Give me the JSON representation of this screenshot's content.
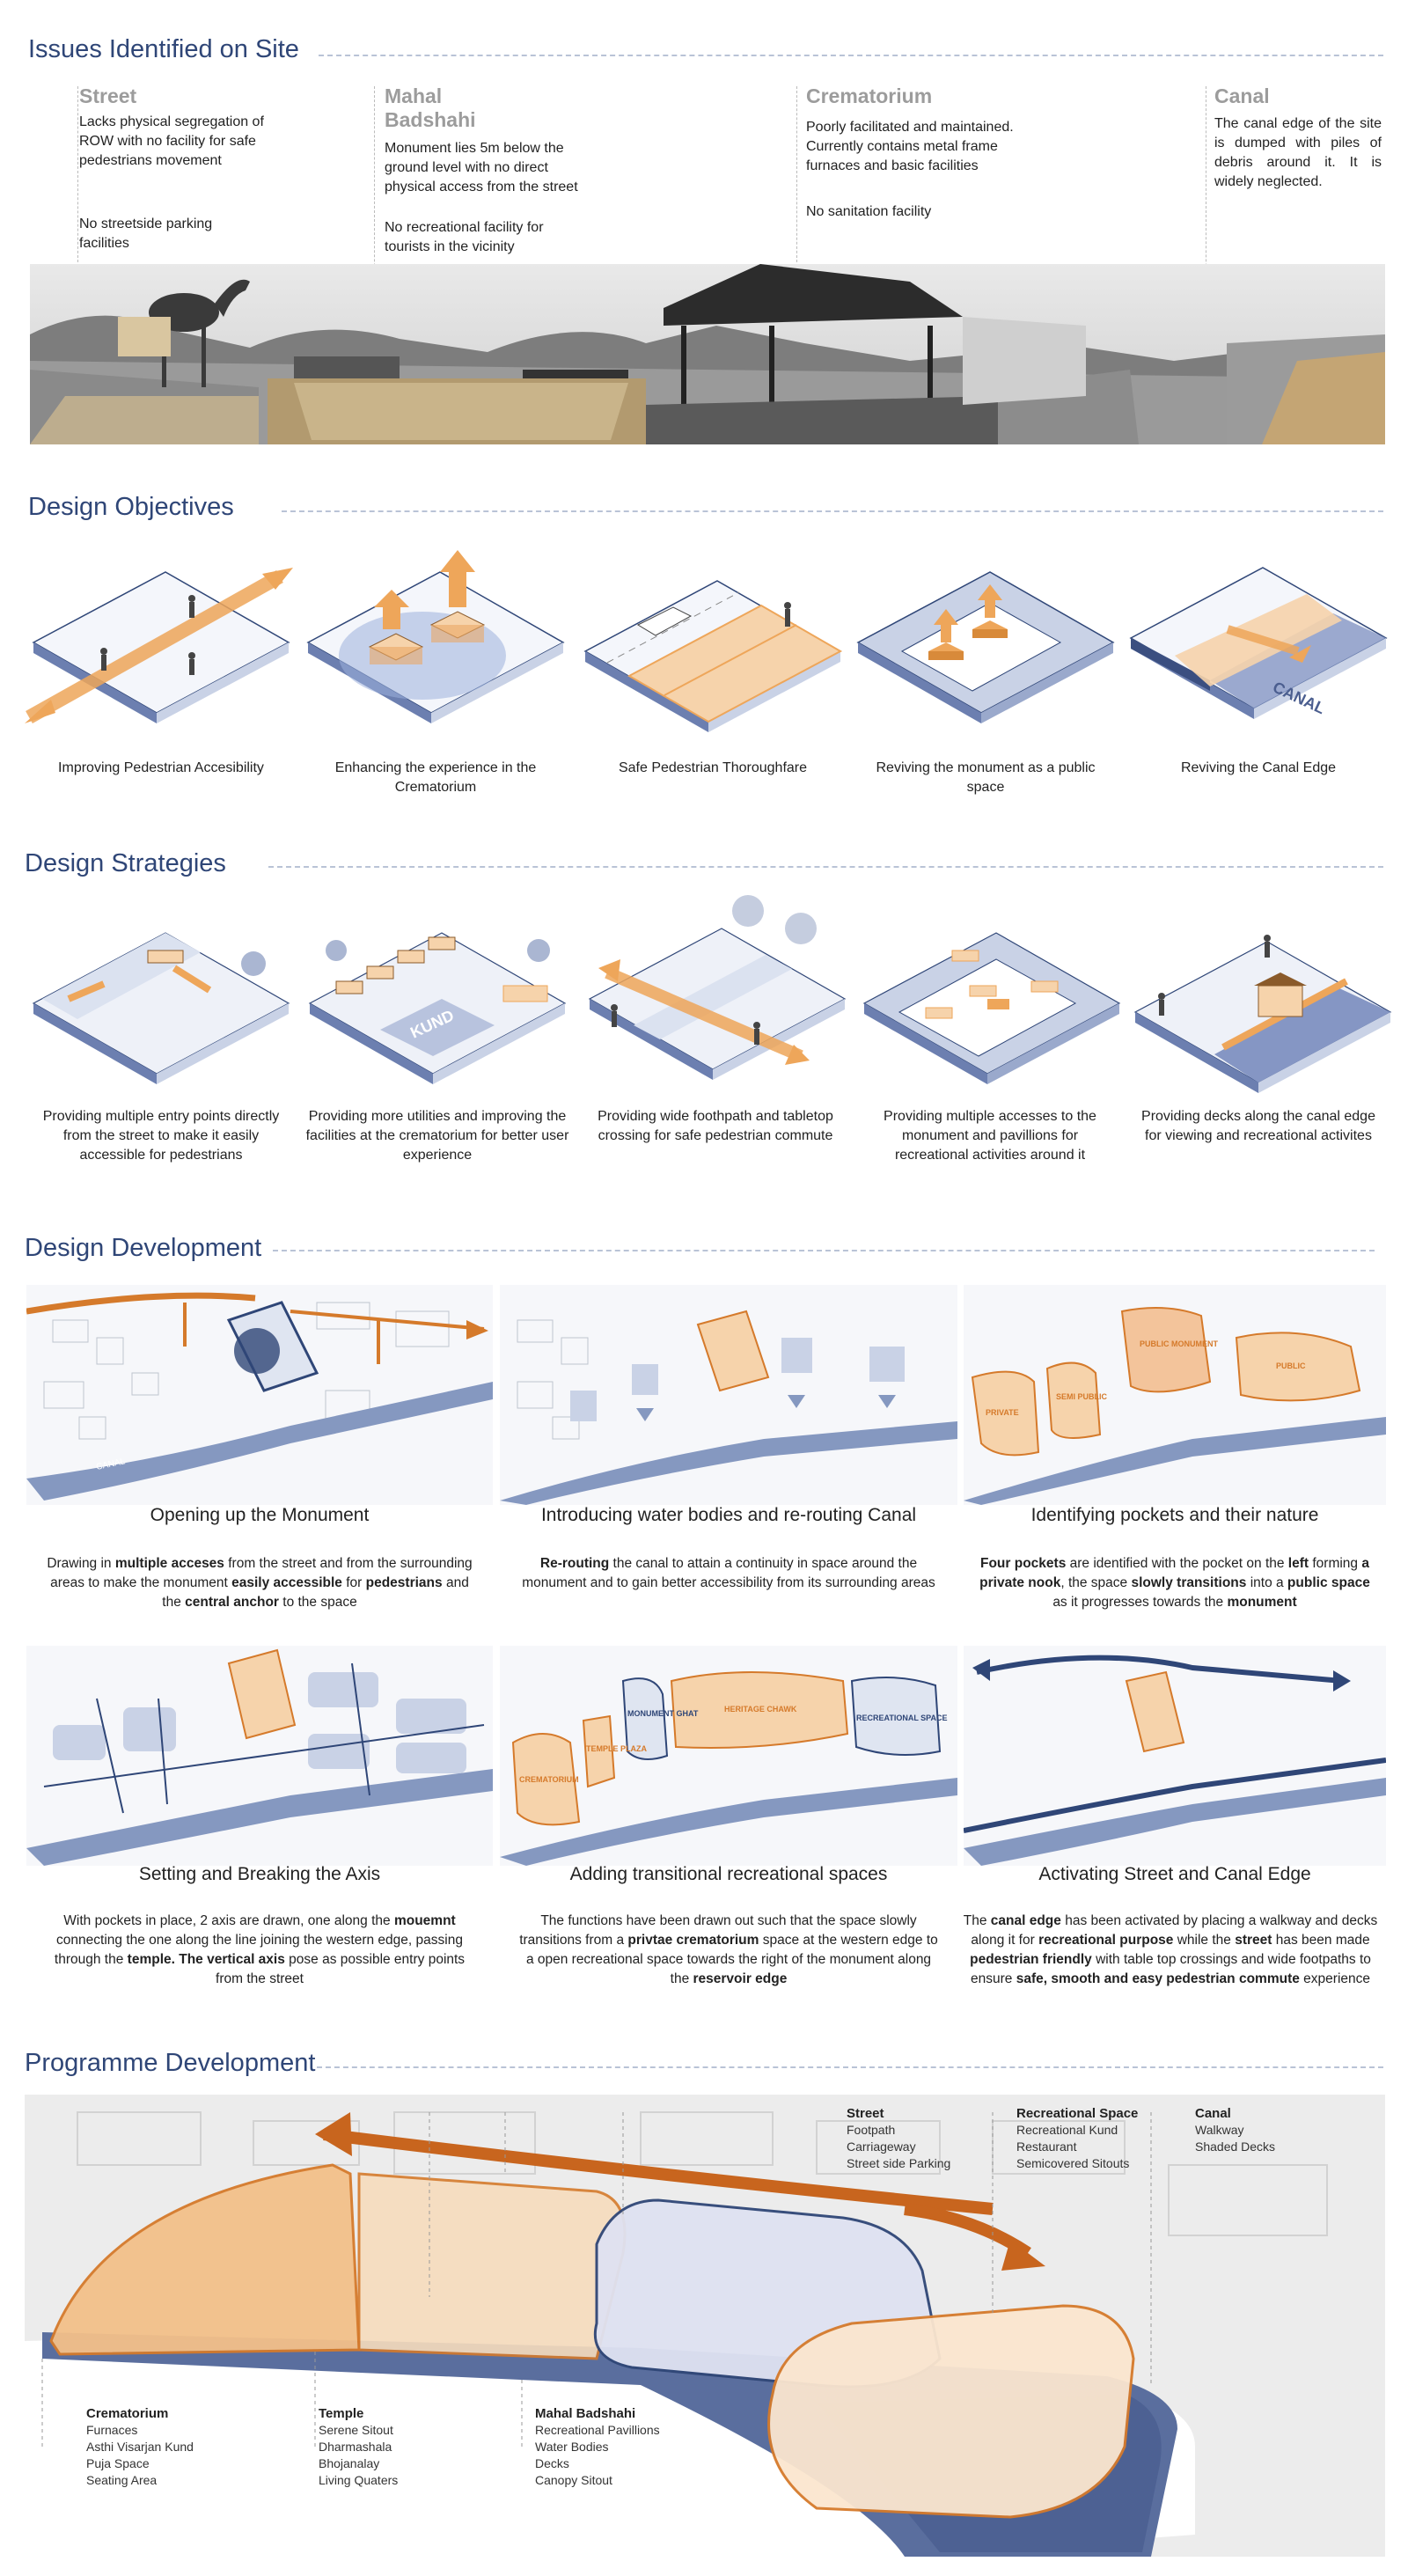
{
  "sections": {
    "issues": "Issues Identified on Site",
    "objectives": "Design Objectives",
    "strategies": "Design Strategies",
    "development": "Design Development",
    "programme": "Programme Development"
  },
  "issues": [
    {
      "title": "Street",
      "text1": "Lacks physical segregation of ROW with no facility for safe pedestrians movement",
      "text2": "No streetside parking facilities"
    },
    {
      "title": "Mahal Badshahi",
      "text1": "Monument lies 5m below the ground level  with no direct physical access from the street",
      "text2": "No recreational facility for tourists in the vicinity"
    },
    {
      "title": "Crematorium",
      "text1": "Poorly facilitated and maintained. Currently contains metal frame furnaces and basic facilities",
      "text2": "No sanitation facility"
    },
    {
      "title": "Canal",
      "text1": "The canal edge of the site is dumped with piles of debris around it. It is widely neglected.",
      "text2": ""
    }
  ],
  "objectives": [
    "Improving Pedestrian Accesibility",
    "Enhancing the experience in the Crematorium",
    "Safe Pedestrian Thoroughfare",
    "Reviving the monument as a public space",
    "Reviving the Canal Edge"
  ],
  "objective_labels": {
    "canal": "CANAL"
  },
  "strategies": [
    "Providing multiple entry points directly from the street to make it easily accessible for pedestrians",
    "Providing more utilities and improving the facilities at the crematorium for better user experience",
    "Providing wide foothpath and tabletop crossing for safe pedestrian commute",
    "Providing multiple accesses to the monument and pavillions for recreational activities around it",
    "Providing decks along the canal edge for viewing and recreational activites"
  ],
  "strategy_labels": {
    "kund": "KUND"
  },
  "development": [
    {
      "title": "Opening up the Monument",
      "desc": [
        {
          "t": "Drawing in ",
          "b": false
        },
        {
          "t": "multiple acceses",
          "b": true
        },
        {
          "t": " from the street and from the surrounding areas to make the monument ",
          "b": false
        },
        {
          "t": "easily accessible",
          "b": true
        },
        {
          "t": " for ",
          "b": false
        },
        {
          "t": "pedestrians",
          "b": true
        },
        {
          "t": " and the ",
          "b": false
        },
        {
          "t": "central anchor",
          "b": true
        },
        {
          "t": " to the space",
          "b": false
        }
      ]
    },
    {
      "title": "Introducing water bodies and re-routing Canal",
      "desc": [
        {
          "t": "Re-routing",
          "b": true
        },
        {
          "t": " the canal to attain a continuity in space around the monument and to gain better accessibility from its surrounding areas",
          "b": false
        }
      ]
    },
    {
      "title": "Identifying pockets and their nature",
      "desc": [
        {
          "t": "Four pockets",
          "b": true
        },
        {
          "t": " are identified with the pocket on the ",
          "b": false
        },
        {
          "t": "left",
          "b": true
        },
        {
          "t": " forming ",
          "b": false
        },
        {
          "t": "a private nook",
          "b": true
        },
        {
          "t": ", the space ",
          "b": false
        },
        {
          "t": "slowly transitions",
          "b": true
        },
        {
          "t": " into a ",
          "b": false
        },
        {
          "t": "public space",
          "b": true
        },
        {
          "t": " as it progresses towards the ",
          "b": false
        },
        {
          "t": "monument",
          "b": true
        }
      ]
    },
    {
      "title": "Setting and Breaking the Axis",
      "desc": [
        {
          "t": "With pockets in place, 2 axis are drawn, one along the ",
          "b": false
        },
        {
          "t": "mouemnt",
          "b": true
        },
        {
          "t": " connecting the one along the line joining the western edge, passing through the ",
          "b": false
        },
        {
          "t": "temple. The vertical axis",
          "b": true
        },
        {
          "t": " pose as possible entry points from the street",
          "b": false
        }
      ]
    },
    {
      "title": "Adding transitional recreational spaces",
      "desc": [
        {
          "t": "The functions have been drawn out such that the space slowly transitions from a ",
          "b": false
        },
        {
          "t": "privtae crematorium",
          "b": true
        },
        {
          "t": " space at the western edge to a open recreational space towards the right of the monument along the ",
          "b": false
        },
        {
          "t": "reservoir edge",
          "b": true
        }
      ]
    },
    {
      "title": "Activating Street and Canal Edge",
      "desc": [
        {
          "t": "The ",
          "b": false
        },
        {
          "t": "canal edge",
          "b": true
        },
        {
          "t": " has been activated by placing a walkway and decks along it for ",
          "b": false
        },
        {
          "t": "recreational purpose",
          "b": true
        },
        {
          "t": " while the ",
          "b": false
        },
        {
          "t": "street",
          "b": true
        },
        {
          "t": " has been made ",
          "b": false
        },
        {
          "t": "pedestrian friendly",
          "b": true
        },
        {
          "t": " with table top crossings and wide footpaths to ensure ",
          "b": false
        },
        {
          "t": "safe,  smooth and easy pedestrian commute",
          "b": true
        },
        {
          "t": " experience",
          "b": false
        }
      ]
    }
  ],
  "dd_labels": {
    "canal": "CANAL",
    "private": "PRIVATE",
    "semi_public": "SEMI PUBLIC",
    "public_monument": "PUBLIC MONUMENT",
    "public": "PUBLIC",
    "crematorium": "CREMATORIUM",
    "temple_plaza": "TEMPLE PLAZA",
    "monument_ghat": "MONUMENT GHAT",
    "heritage_chawk": "HERITAGE CHAWK",
    "recreational_space": "RECREATIONAL SPACE"
  },
  "programme_top": [
    {
      "head": "Street",
      "items": [
        "Footpath",
        "Carriageway",
        "Street side Parking"
      ]
    },
    {
      "head": "Recreational Space",
      "items": [
        "Recreational Kund",
        "Restaurant",
        "Semicovered Sitouts"
      ]
    },
    {
      "head": "Canal",
      "items": [
        "Walkway",
        "Shaded Decks"
      ]
    }
  ],
  "programme_bottom": [
    {
      "head": "Crematorium",
      "items": [
        "Furnaces",
        "Asthi Visarjan Kund",
        "Puja Space",
        "Seating Area"
      ]
    },
    {
      "head": "Temple",
      "items": [
        "Serene Sitout",
        "Dharmashala",
        "Bhojanalay",
        "Living Quaters"
      ]
    },
    {
      "head": "Mahal Badshahi",
      "items": [
        "Recreational Pavillions",
        "Water Bodies",
        "Decks",
        "Canopy Sitout"
      ]
    }
  ],
  "colors": {
    "accent_orange": "#e8a35c",
    "orange_fill": "#f6d3ab",
    "navy": "#2f4677",
    "blue_grey": "#8598c0",
    "light_blue": "#dfe5f1"
  }
}
